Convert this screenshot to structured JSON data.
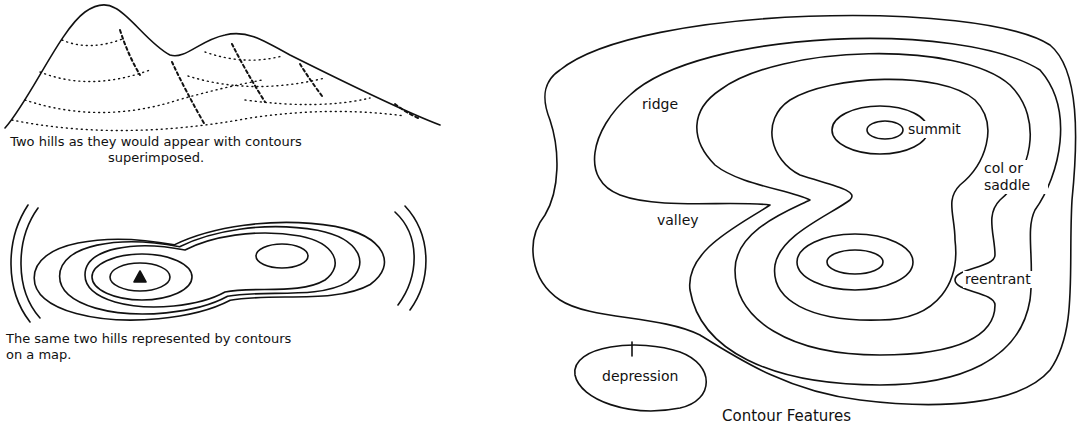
{
  "diagram": {
    "labels": [
      "Two hills as they would appear with contours superimposed.",
      "ridge",
      "summit",
      "col or saddle",
      "valley",
      "reentrant",
      "The same two hills represented by contours on a map.",
      "depression",
      "Contour Features"
    ]
  }
}
